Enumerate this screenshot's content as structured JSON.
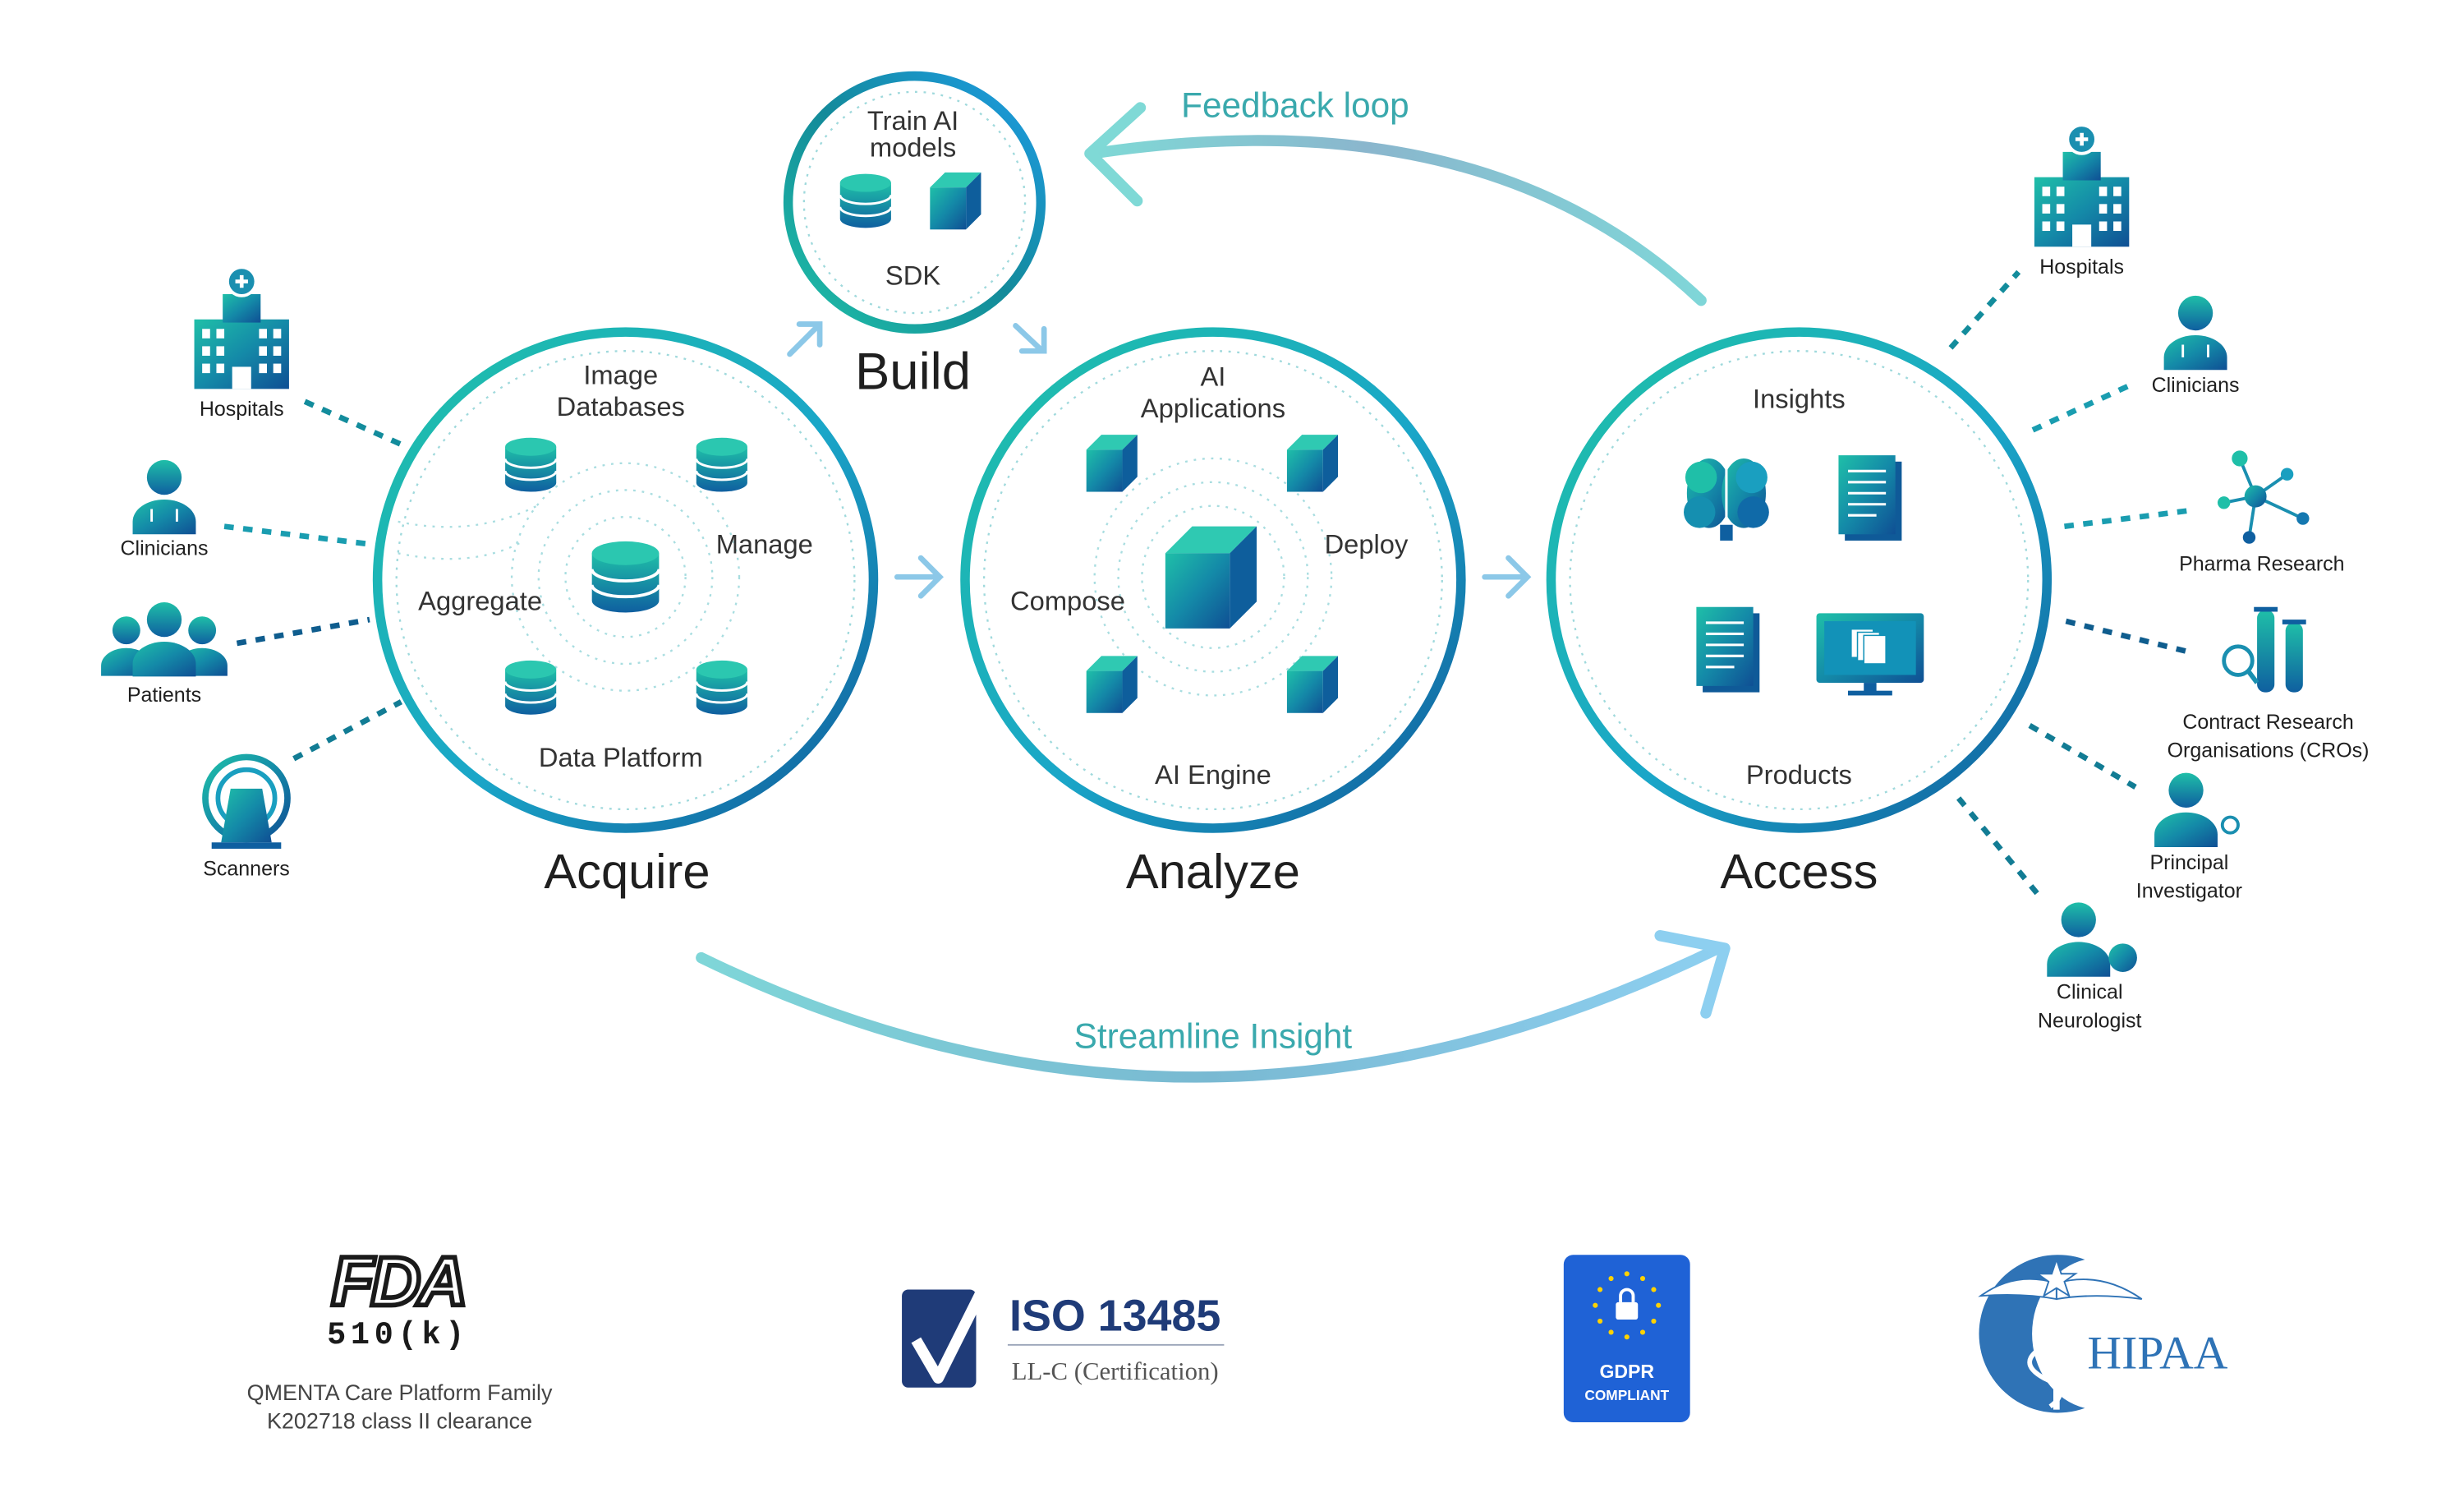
{
  "colors": {
    "teal": "#19b3a3",
    "blue": "#1e8fe0",
    "deep_blue": "#10599a",
    "arrow_light": "#8fd0ec",
    "label_teal": "#3aa9ad",
    "text_dark": "#1f1f1f",
    "text_mid": "#333333",
    "iso_navy": "#1f3b78",
    "gdpr_blue": "#1f62d6",
    "hipaa_blue": "#2f73b6"
  },
  "flows": {
    "feedback": "Feedback loop",
    "streamline": "Streamline Insight"
  },
  "build": {
    "title": "Build",
    "heading": [
      "Train AI",
      "models"
    ],
    "sdk": "SDK",
    "icons": [
      "database-icon",
      "cube-icon"
    ]
  },
  "acquire": {
    "title": "Acquire",
    "heading": [
      "Image",
      "Databases"
    ],
    "manage": "Manage",
    "aggregate": "Aggregate",
    "platform": "Data Platform",
    "icons": [
      "database-icon"
    ]
  },
  "analyze": {
    "title": "Analyze",
    "heading": [
      "AI",
      "Applications"
    ],
    "compose": "Compose",
    "deploy": "Deploy",
    "engine": "AI Engine",
    "icons": [
      "cube-icon"
    ]
  },
  "access": {
    "title": "Access",
    "insights": "Insights",
    "products": "Products",
    "icons": [
      "brain-icon",
      "document-icon",
      "documents-icon",
      "monitor-icon"
    ]
  },
  "sources": [
    {
      "label": [
        "Hospitals"
      ],
      "icon": "hospital-icon"
    },
    {
      "label": [
        "Clinicians"
      ],
      "icon": "clinician-icon"
    },
    {
      "label": [
        "Patients"
      ],
      "icon": "patients-icon"
    },
    {
      "label": [
        "Scanners"
      ],
      "icon": "scanner-icon"
    }
  ],
  "consumers": [
    {
      "label": [
        "Hospitals"
      ],
      "icon": "hospital-icon"
    },
    {
      "label": [
        "Clinicians"
      ],
      "icon": "clinician-icon"
    },
    {
      "label": [
        "Pharma Research"
      ],
      "icon": "molecule-icon"
    },
    {
      "label": [
        "Contract Research",
        "Organisations (CROs)"
      ],
      "icon": "test-tubes-icon"
    },
    {
      "label": [
        "Principal",
        "Investigator"
      ],
      "icon": "investigator-icon"
    },
    {
      "label": [
        "Clinical",
        "Neurologist"
      ],
      "icon": "neurologist-icon"
    }
  ],
  "certifications": {
    "fda": {
      "logo_text": "FDA",
      "code": "510(k)",
      "caption": [
        "QMENTA Care Platform Family",
        "K202718 class II clearance"
      ]
    },
    "iso": {
      "title": "ISO 13485",
      "subtitle": "LL-C (Certification)"
    },
    "gdpr": {
      "line1": "GDPR",
      "line2": "COMPLIANT"
    },
    "hipaa": {
      "text": "HIPAA"
    }
  }
}
